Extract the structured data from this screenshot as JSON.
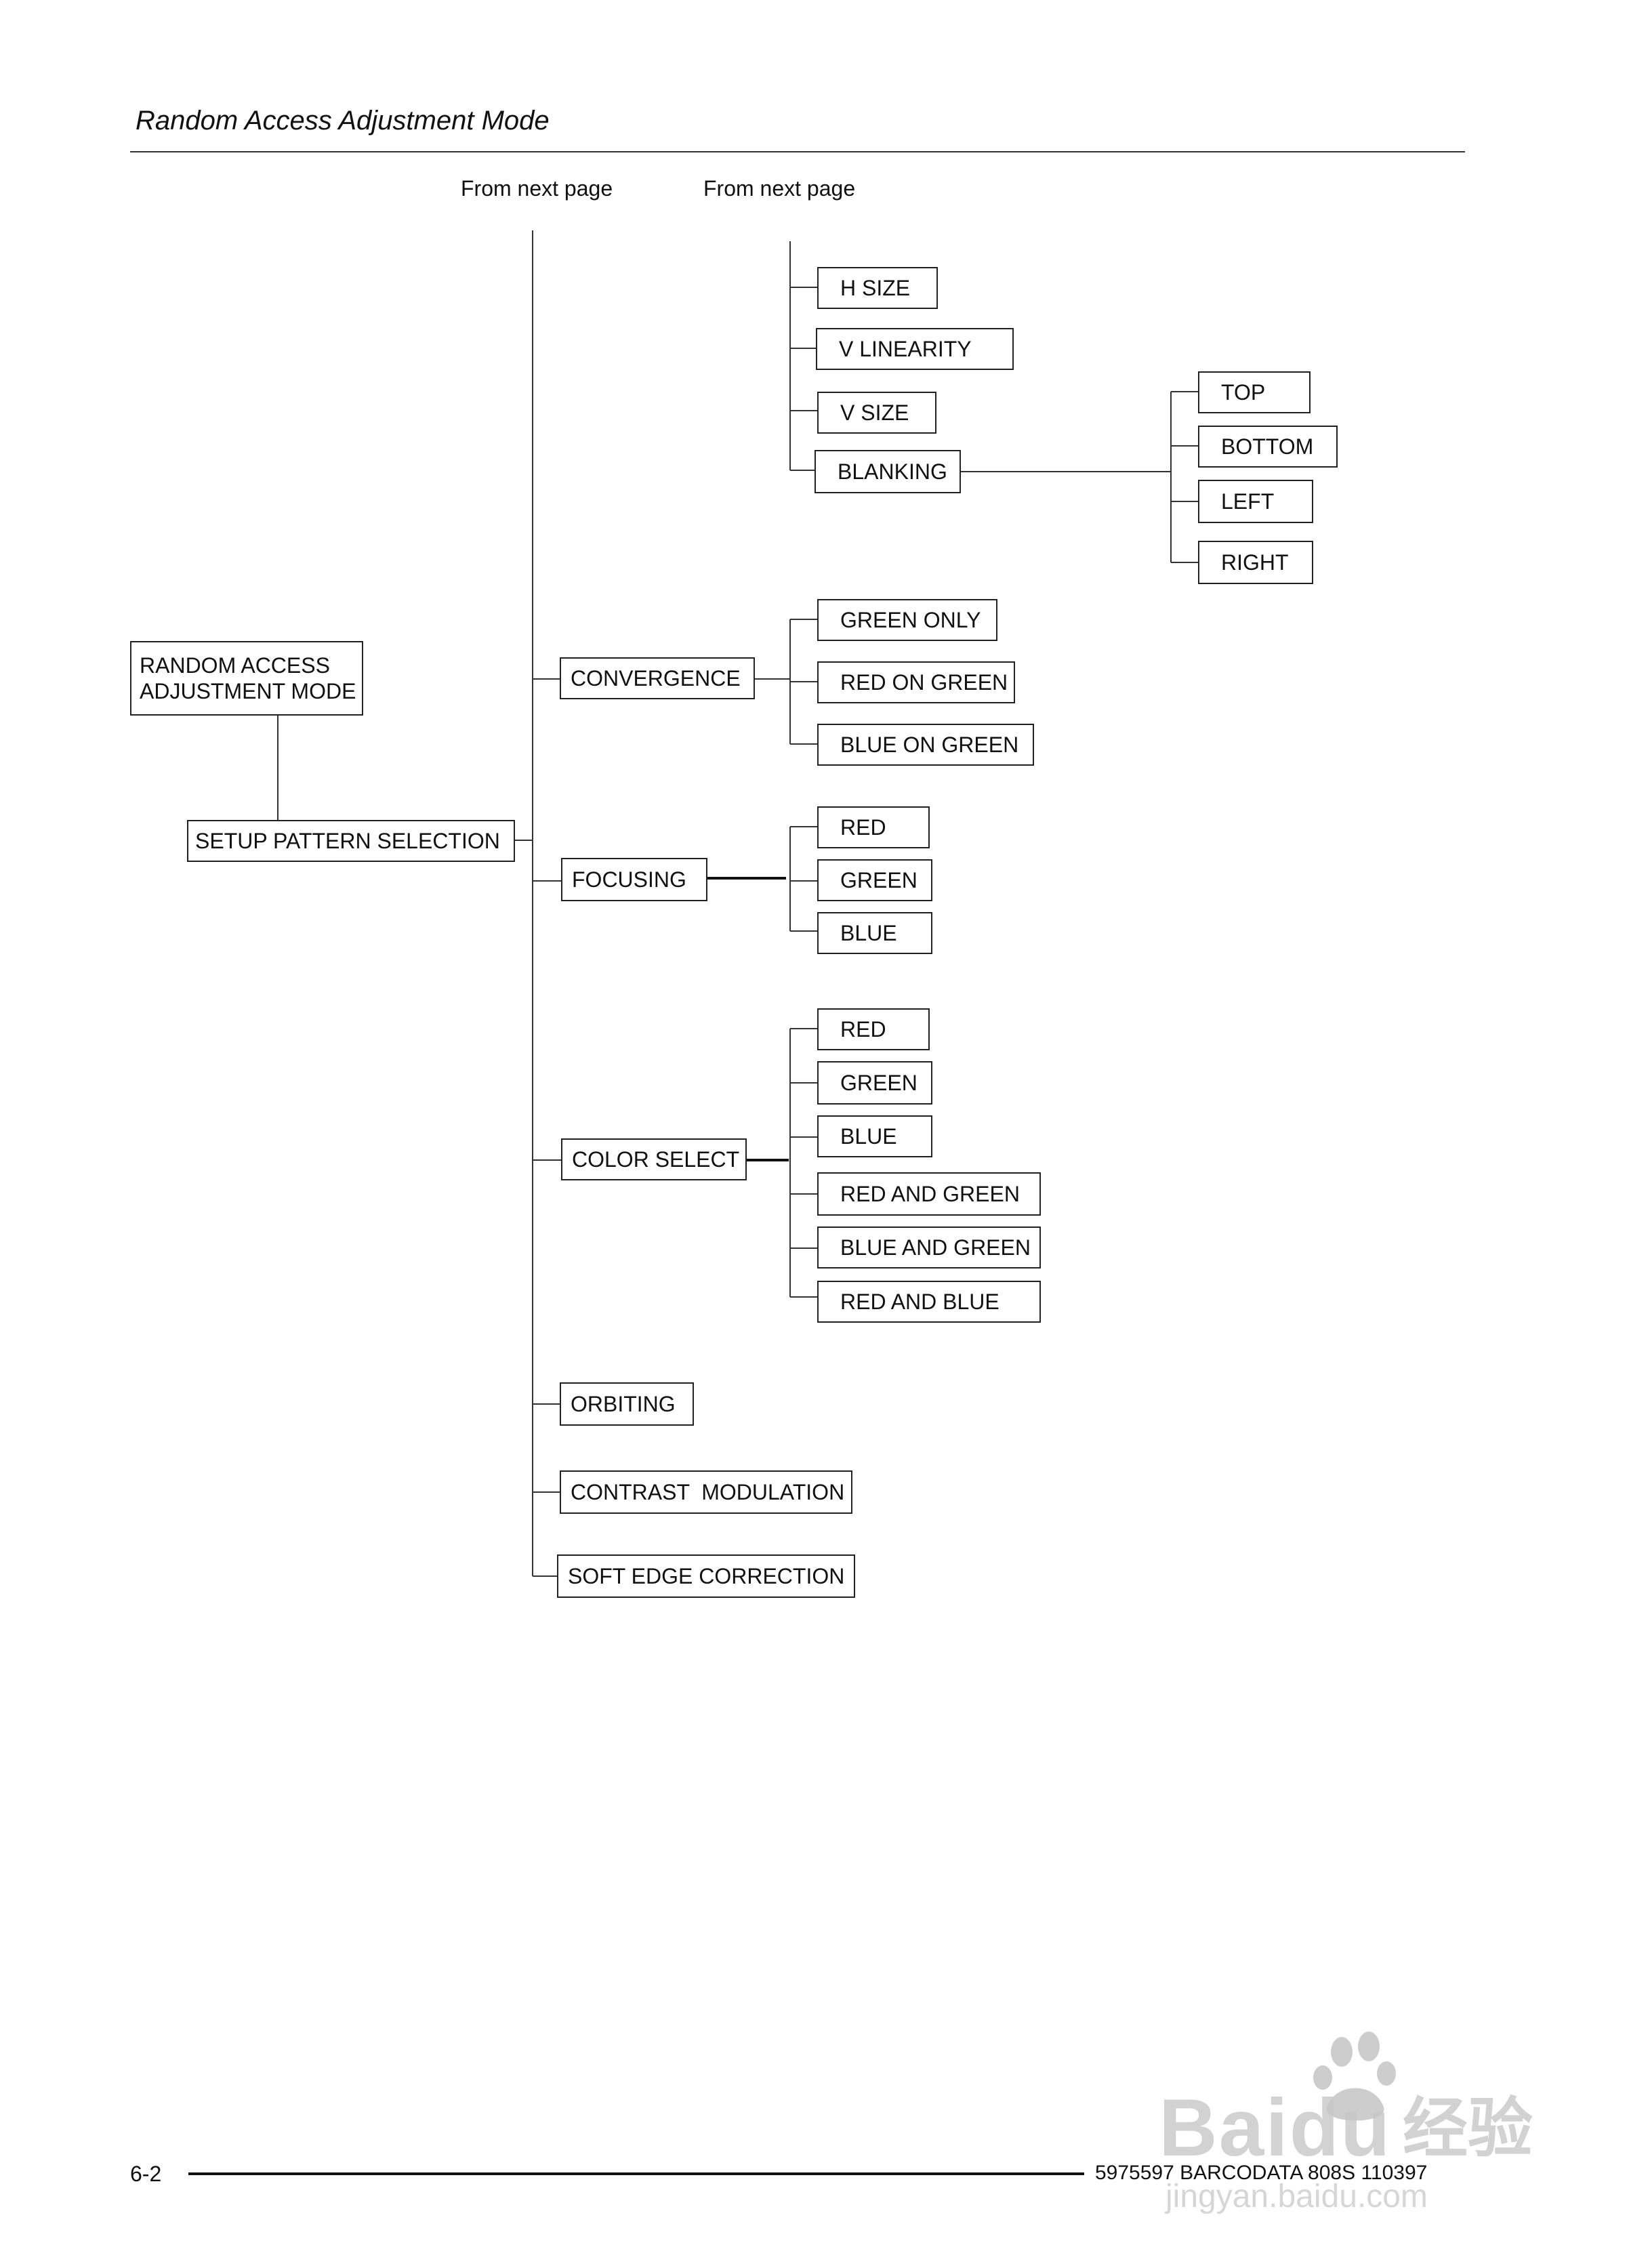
{
  "header": {
    "title": "Random Access Adjustment Mode"
  },
  "labels": {
    "from_next_page_1": "From next page",
    "from_next_page_2": "From next page"
  },
  "root": {
    "line1": "RANDOM ACCESS",
    "line2": "ADJUSTMENT MODE"
  },
  "setup": "SETUP PATTERN SELECTION",
  "geometry_group": [
    "H SIZE",
    "V LINEARITY",
    "V SIZE",
    "BLANKING"
  ],
  "blanking_children": [
    "TOP",
    "BOTTOM",
    "LEFT",
    "RIGHT"
  ],
  "convergence": {
    "label": "CONVERGENCE",
    "children": [
      "GREEN ONLY",
      "RED ON GREEN",
      "BLUE ON GREEN"
    ]
  },
  "focusing": {
    "label": "FOCUSING",
    "children": [
      "RED",
      "GREEN",
      "BLUE"
    ]
  },
  "color_select": {
    "label": "COLOR SELECT",
    "children": [
      "RED",
      "GREEN",
      "BLUE",
      "RED AND GREEN",
      "BLUE AND GREEN",
      "RED AND BLUE"
    ]
  },
  "orbiting": "ORBITING",
  "contrast": "CONTRAST  MODULATION",
  "soft_edge": "SOFT EDGE CORRECTION",
  "footer": {
    "page": "6-2",
    "doc": "5975597 BARCODATA 808S 110397"
  },
  "watermark": {
    "brand": "Baidu",
    "cn": "经验",
    "url": "jingyan.baidu.com"
  }
}
